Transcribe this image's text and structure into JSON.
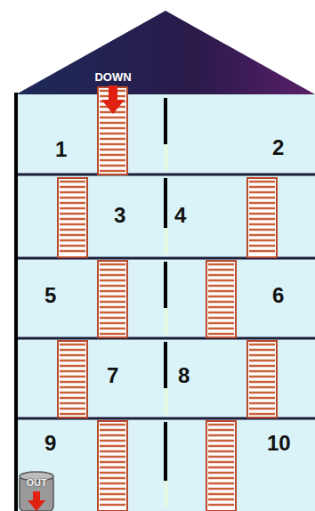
{
  "diagram": {
    "nodes": [
      {
        "text": [
          "1"
        ]
      },
      {
        "text": [
          "2"
        ]
      },
      {
        "text": [
          "3"
        ]
      },
      {
        "text": [
          "4"
        ]
      },
      {
        "text": [
          "5"
        ]
      },
      {
        "text": [
          "6"
        ]
      },
      {
        "text": [
          "7"
        ]
      },
      {
        "text": [
          "8"
        ]
      },
      {
        "text": [
          "9"
        ]
      },
      {
        "text": [
          "10"
        ]
      }
    ],
    "labels": [
      "DOWN",
      "OUT"
    ]
  }
}
